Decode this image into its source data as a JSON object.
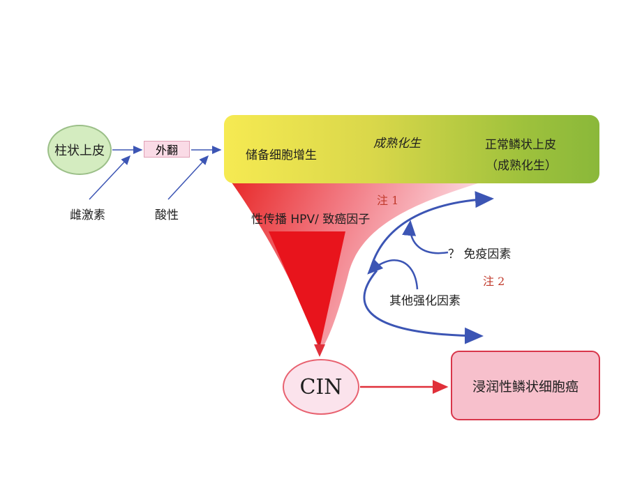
{
  "nodes": {
    "columnar": "柱状上皮",
    "eversion": "外翻",
    "estrogen": "雌激素",
    "acidity": "酸性",
    "reserve_hyperplasia": "储备细胞增生",
    "maturation_label": "成熟化生",
    "normal_squamous_line1": "正常鳞状上皮",
    "normal_squamous_line2": "（成熟化生）",
    "hpv_factor": "性传播 HPV/ 致癌因子",
    "note1": "注 1",
    "immune": "？ 免疫因素",
    "note2": "注 2",
    "other_factors": "其他强化因素",
    "cin": "CIN",
    "invasive_scc": "浸润性鳞状细胞癌"
  },
  "colors": {
    "arrow_blue": "#3c55b4",
    "arrow_red": "#e0303a",
    "funnel_red": "#e8141c",
    "bar_left": "#f6ea52",
    "bar_right": "#8ab83a"
  }
}
